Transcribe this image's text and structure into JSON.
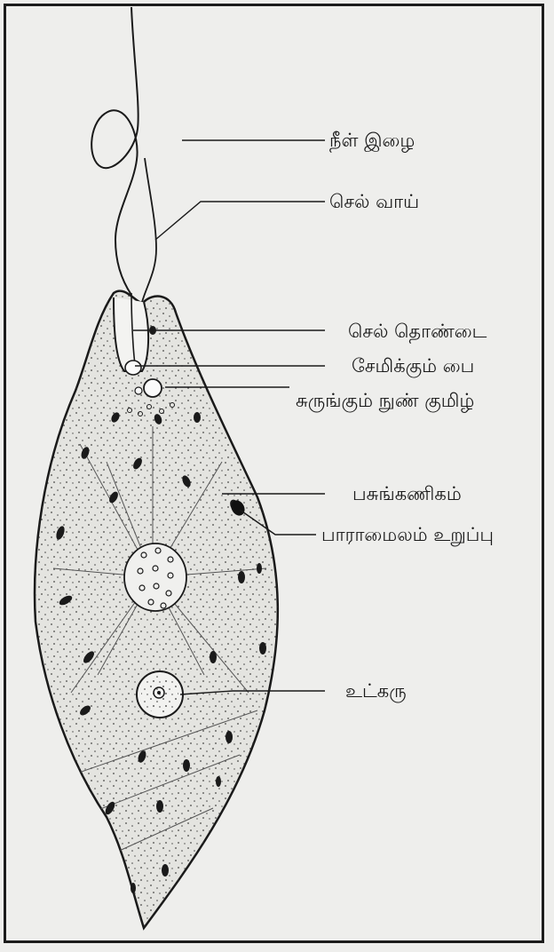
{
  "labels": {
    "flagellum": "நீள் இழை",
    "cytostome": "செல் வாய்",
    "cytopharynx": "செல் தொண்டை",
    "reservoir": "சேமிக்கும் பை",
    "contractile_vacuole": "சுருங்கும் நுண் குமிழ்",
    "chloroplast": "பசுங்கணிகம்",
    "paramylon": "பாராமைலம் உறுப்பு",
    "nucleus": "உட்கரு"
  },
  "colors": {
    "ink": "#1a1a1a",
    "paper": "#eeeeec",
    "cell_fill": "#e4e4e0"
  }
}
